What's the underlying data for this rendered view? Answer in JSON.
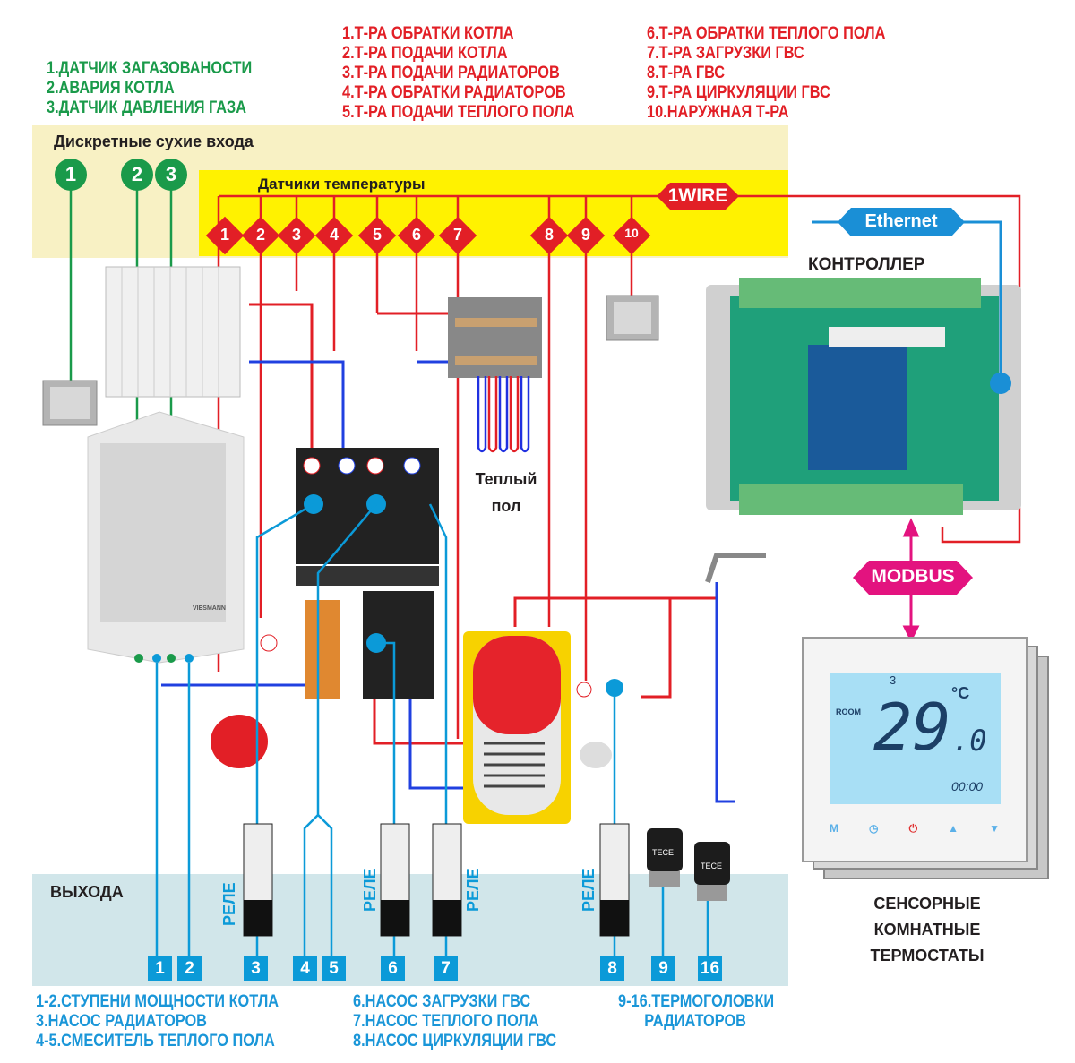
{
  "inputs_legend": [
    "1.ДАТЧИК ЗАГАЗОВАНОСТИ",
    "2.АВАРИЯ КОТЛА",
    "3.ДАТЧИК ДАВЛЕНИЯ ГАЗА"
  ],
  "sensors_legend_col1": [
    "1.Т-РА ОБРАТКИ КОТЛА",
    "2.Т-РА ПОДАЧИ КОТЛА",
    "3.Т-РА ПОДАЧИ РАДИАТОРОВ",
    "4.Т-РА ОБРАТКИ РАДИАТОРОВ",
    "5.Т-РА ПОДАЧИ ТЕПЛОГО ПОЛА"
  ],
  "sensors_legend_col2": [
    "6.Т-РА ОБРАТКИ ТЕПЛОГО ПОЛА",
    "7.Т-РА ЗАГРУЗКИ ГВС",
    "8.Т-РА ГВС",
    "9.Т-РА ЦИРКУЛЯЦИИ ГВС",
    "10.НАРУЖНАЯ Т-РА"
  ],
  "inputs_band_title": "Дискретные сухие входа",
  "input_markers": [
    "1",
    "2",
    "3"
  ],
  "sensors_band_title": "Датчики температуры",
  "sensor_markers": [
    "1",
    "2",
    "3",
    "4",
    "5",
    "6",
    "7",
    "8",
    "9",
    "10"
  ],
  "bus_1wire": "1WIRE",
  "bus_ethernet": "Ethernet",
  "bus_modbus": "MODBUS",
  "controller_title": "КОНТРОЛЛЕР",
  "floor_heating_label": "Теплый пол",
  "outputs_band_title": "ВЫХОДА",
  "relay_label": "РЕЛЕ",
  "output_markers": [
    "1",
    "2",
    "3",
    "4",
    "5",
    "6",
    "7",
    "8",
    "9",
    "16"
  ],
  "outputs_legend_col1": [
    "1-2.СТУПЕНИ МОЩНОСТИ КОТЛА",
    "3.НАСОС РАДИАТОРОВ",
    "4-5.СМЕСИТЕЛЬ ТЕПЛОГО ПОЛА"
  ],
  "outputs_legend_col2": [
    "6.НАСОС ЗАГРУЗКИ ГВС",
    "7.НАСОС ТЕПЛОГО ПОЛА",
    "8.НАСОС ЦИРКУЛЯЦИИ ГВС"
  ],
  "outputs_legend_col3": [
    "9-16.ТЕРМОГОЛОВКИ",
    "РАДИАТОРОВ"
  ],
  "thermostat": {
    "zone": "3",
    "mode": "ROOM",
    "temp_int": "29",
    "temp_dec": ".0",
    "unit": "°C",
    "time": "00:00",
    "buttons": [
      "M",
      "◷",
      "⏻",
      "▲",
      "▼"
    ]
  },
  "thermostat_caption": [
    "СЕНСОРНЫЕ",
    "КОМНАТНЫЕ",
    "ТЕРМОСТАТЫ"
  ],
  "actuator_brand": "TECE",
  "boiler_brand": "VIESMANN",
  "colors": {
    "sensor_red": "#e21f26",
    "input_green": "#1a9a4a",
    "output_blue": "#0b9ad8",
    "modbus_pink": "#e3137f",
    "ethernet_blue": "#1a8fd6"
  }
}
